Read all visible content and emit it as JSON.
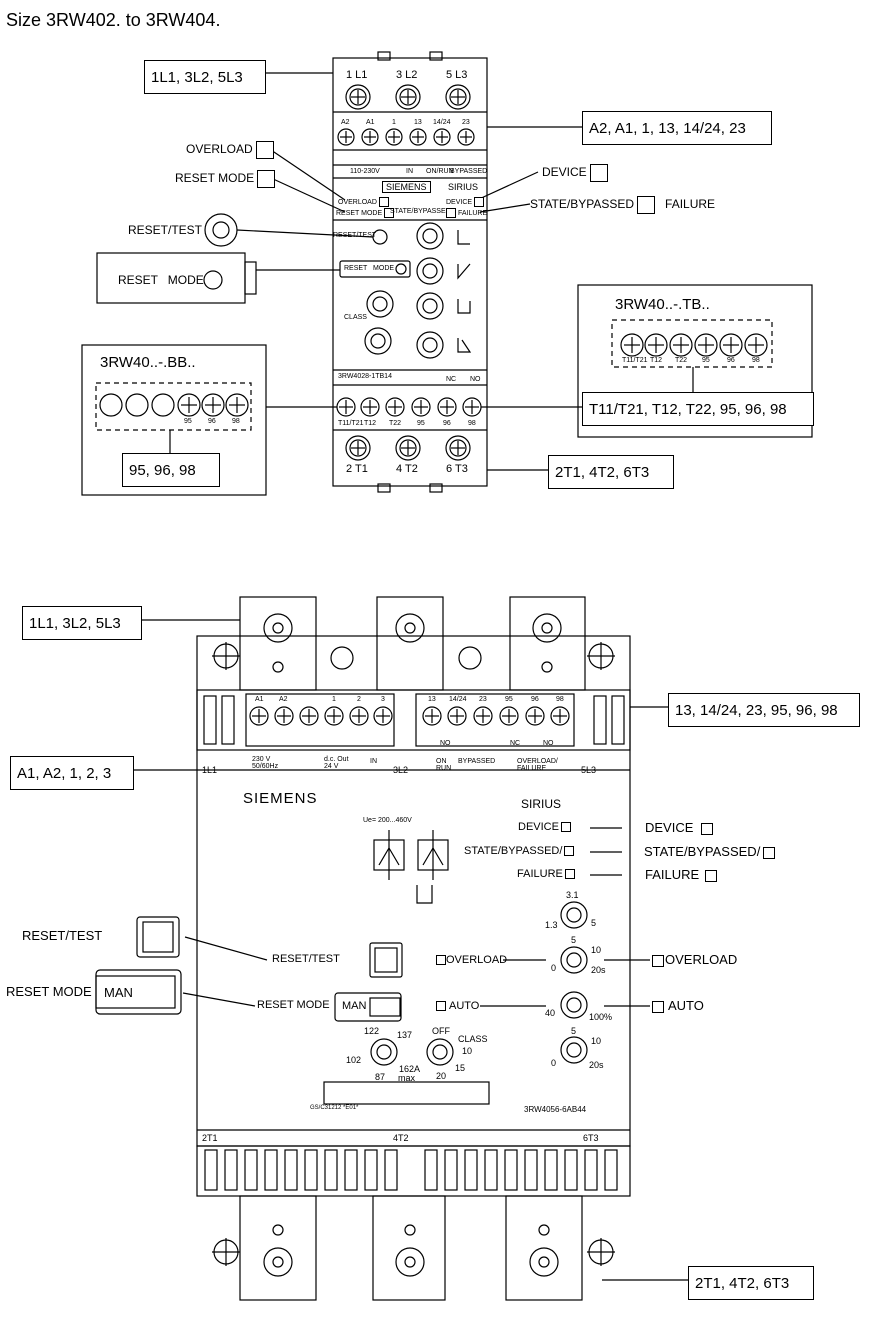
{
  "title": "Size 3RW402. to 3RW404.",
  "top": {
    "callouts": {
      "line_terminals": "1L1, 3L2, 5L3",
      "control_terminals": "A2, A1, 1, 13, 14/24, 23",
      "tb_title": "3RW40..-.TB..",
      "tb_terminals": "T11/T21, T12, T22, 95, 96, 98",
      "bb_title": "3RW40..-.BB..",
      "bb_terminals": "95, 96, 98",
      "load_terminals": "2T1, 4T2, 6T3"
    },
    "labels": {
      "overload": "OVERLOAD",
      "reset_mode": "RESET MODE",
      "reset_test": "RESET/TEST",
      "device": "DEVICE",
      "state_bypassed": "STATE/BYPASSED",
      "failure": "FAILURE",
      "reset_mode_box": "RESET   MODE"
    },
    "device": {
      "l1": "1 L1",
      "l2": "3 L2",
      "l3": "5 L3",
      "t1": "2 T1",
      "t2": "4 T2",
      "t3": "6 T3",
      "siemens": "SIEMENS",
      "sirius": "SIRIUS",
      "part": "3RW4028-1TB14",
      "ctrl_terms": [
        "A2",
        "A1",
        "1",
        "13",
        "14/24",
        "23"
      ],
      "aux_terms": [
        "T11/T21",
        "T12",
        "T22",
        "95",
        "96",
        "98"
      ],
      "supply": "110-230V",
      "in": "IN",
      "on_run": "ON/RUN",
      "bypassed": "BYPASSED",
      "nc": "NC",
      "no": "NO",
      "class": "CLASS",
      "led_overload": "OVERLOAD",
      "led_device": "DEVICE",
      "led_reset_mode": "RESET MODE",
      "led_state": "STATE/BYPASSED",
      "led_failure": "FAILURE",
      "reset_test": "RESET/TEST",
      "reset_mode": "RESET   MODE"
    }
  },
  "bottom": {
    "callouts": {
      "line_terminals": "1L1, 3L2, 5L3",
      "aux_terminals": "13, 14/24, 23, 95, 96, 98",
      "ctrl_terminals": "A1, A2, 1, 2, 3",
      "load_terminals": "2T1, 4T2, 6T3"
    },
    "labels": {
      "reset_test": "RESET/TEST",
      "reset_mode": "RESET MODE",
      "man": "MAN",
      "device": "DEVICE",
      "state_bypassed": "STATE/BYPASSED/",
      "failure": "FAILURE",
      "overload": "OVERLOAD",
      "auto": "AUTO"
    },
    "device": {
      "siemens": "SIEMENS",
      "sirius": "SIRIUS",
      "ue": "Ue= 200...460V",
      "l1": "1L1",
      "l2": "3L2",
      "l3": "5L3",
      "t1": "2T1",
      "t2": "4T2",
      "t3": "6T3",
      "left_terms": [
        "A1",
        "A2",
        "1",
        "2",
        "3"
      ],
      "right_terms": [
        "13",
        "14/24",
        "23",
        "95",
        "96",
        "98"
      ],
      "supply_ac": "230 V 50/60Hz",
      "supply_dc": "d.c. Out 24 V",
      "in": "IN",
      "on_run": "ON RUN",
      "bypassed": "BYPASSED",
      "overload_failure": "OVERLOAD/ FAILURE",
      "no": "NO",
      "nc": "NC",
      "reset_test": "RESET/TEST",
      "reset_mode": "RESET MODE",
      "man": "MAN",
      "device": "DEVICE",
      "state": "STATE/BYPASSED/",
      "failure": "FAILURE",
      "overload": "OVERLOAD",
      "auto": "AUTO",
      "dial1_vals": [
        "3.1",
        "1.3",
        "5"
      ],
      "dial2_vals": [
        "5",
        "10",
        "0",
        "20s"
      ],
      "dial3_vals": [
        "40",
        "100%"
      ],
      "dial4_vals": [
        "5",
        "10",
        "0",
        "20s"
      ],
      "current_vals": [
        "122",
        "137",
        "102",
        "162A",
        "87",
        "max"
      ],
      "class_vals": [
        "OFF",
        "CLASS",
        "10",
        "15",
        "20"
      ],
      "part": "3RW4056-6AB44",
      "serial": "GS/C31212 *E01*"
    }
  }
}
